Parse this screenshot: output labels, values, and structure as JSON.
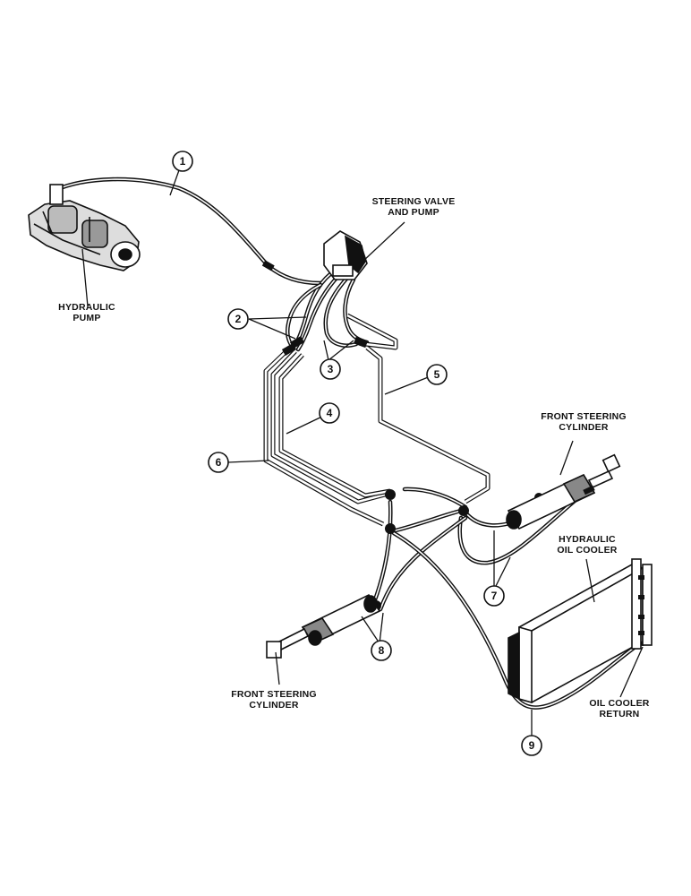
{
  "labels": {
    "hydraulic_pump": [
      "HYDRAULIC",
      "PUMP"
    ],
    "steering_valve": [
      "STEERING VALVE",
      "AND PUMP"
    ],
    "front_cyl_right": [
      "FRONT STEERING",
      "CYLINDER"
    ],
    "oil_cooler": [
      "HYDRAULIC",
      "OIL COOLER"
    ],
    "front_cyl_left": [
      "FRONT STEERING",
      "CYLINDER"
    ],
    "cooler_return": [
      "OIL COOLER",
      "RETURN"
    ]
  },
  "callouts": [
    "1",
    "2",
    "3",
    "4",
    "5",
    "6",
    "7",
    "8",
    "9"
  ]
}
